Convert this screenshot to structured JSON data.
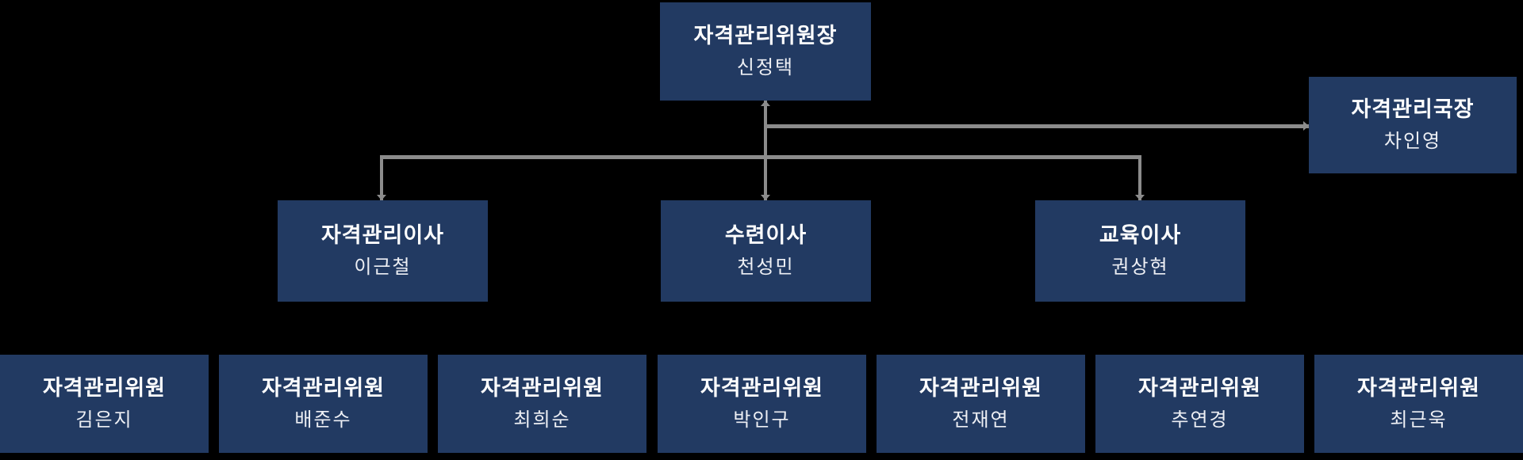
{
  "org_chart": {
    "colors": {
      "background": "#000000",
      "box_fill": "#223a62",
      "connector_line": "#8c8c8c",
      "title_text": "#ffffff",
      "name_text": "#edeff4"
    },
    "chairman": {
      "title": "자격관리위원장",
      "name": "신정택"
    },
    "director_general": {
      "title": "자격관리국장",
      "name": "차인영"
    },
    "directors": [
      {
        "title": "자격관리이사",
        "name": "이근철"
      },
      {
        "title": "수련이사",
        "name": "천성민"
      },
      {
        "title": "교육이사",
        "name": "권상현"
      }
    ],
    "members": [
      {
        "title": "자격관리위원",
        "name": "김은지"
      },
      {
        "title": "자격관리위원",
        "name": "배준수"
      },
      {
        "title": "자격관리위원",
        "name": "최희순"
      },
      {
        "title": "자격관리위원",
        "name": "박인구"
      },
      {
        "title": "자격관리위원",
        "name": "전재연"
      },
      {
        "title": "자격관리위원",
        "name": "추연경"
      },
      {
        "title": "자격관리위원",
        "name": "최근욱"
      }
    ]
  }
}
